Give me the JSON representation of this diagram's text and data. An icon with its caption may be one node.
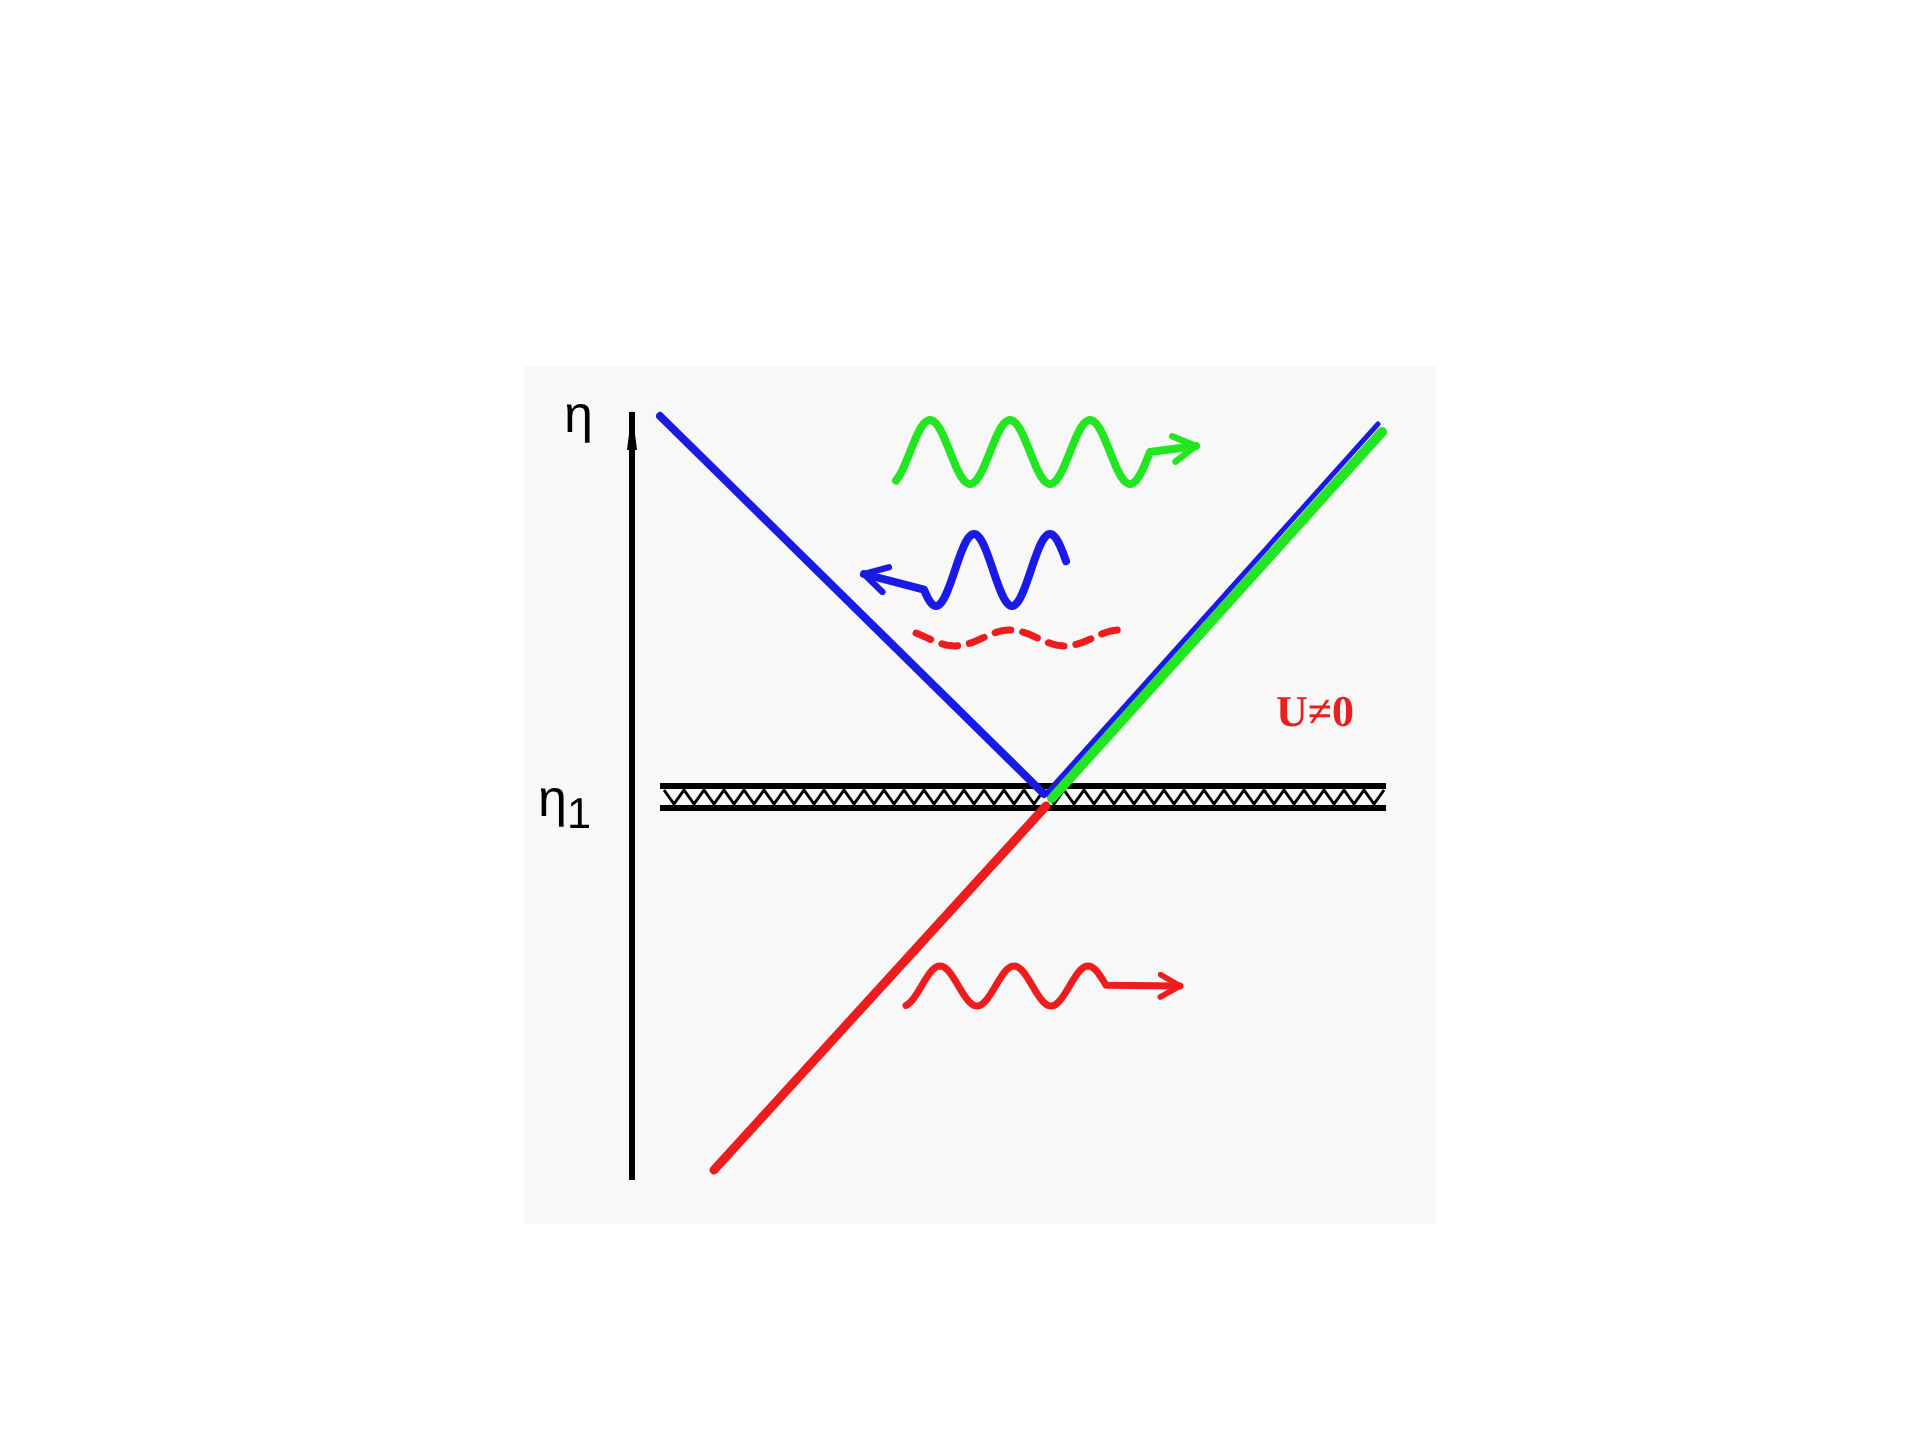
{
  "diagram": {
    "labels": [
      "η",
      "U≠0",
      "η$_{1}$"
    ]
  }
}
